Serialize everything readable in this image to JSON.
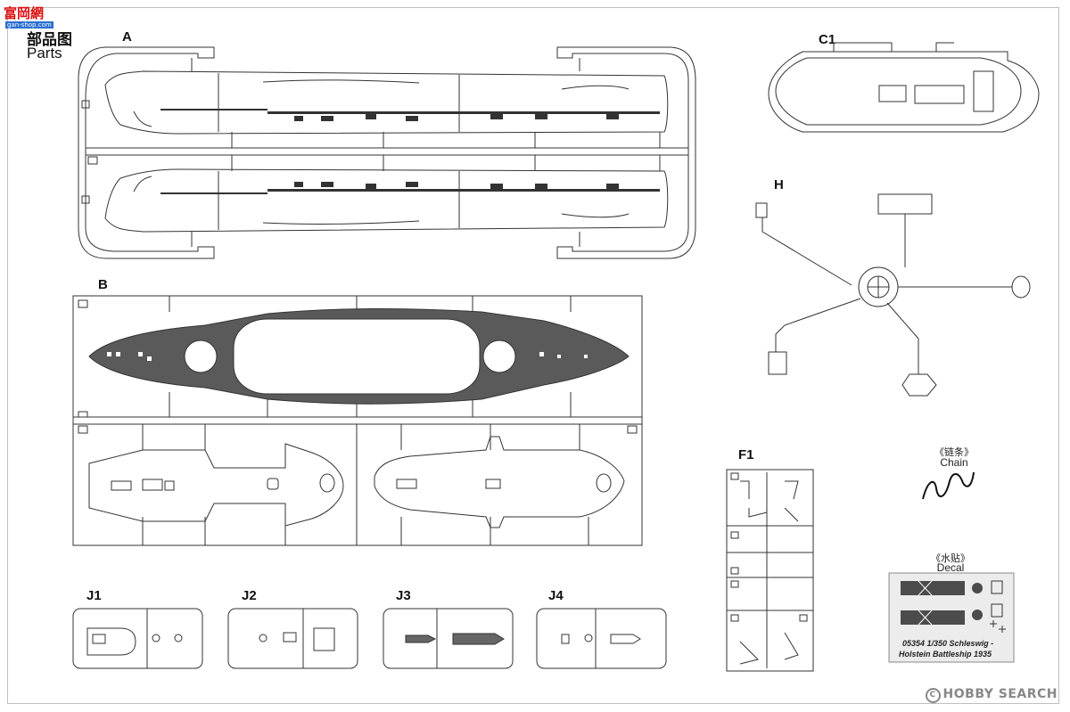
{
  "watermark_logo": {
    "cn": "富岡網",
    "en": "gan-shop.com"
  },
  "title": {
    "cn": "部品图",
    "en": "Parts"
  },
  "sprues": {
    "A": "A",
    "B": "B",
    "C1": "C1",
    "H": "H",
    "F1": "F1",
    "J1": "J1",
    "J2": "J2",
    "J3": "J3",
    "J4": "J4"
  },
  "chain": {
    "cn": "《链条》",
    "en": "Chain"
  },
  "decal": {
    "cn": "《水贴》",
    "en": "Decal",
    "line1": "05354 1/350 Schleswig -",
    "line2": "Holstein Battleship 1935"
  },
  "footer": {
    "brand": "HOBBY SEARCH",
    "symbol": "C"
  },
  "colors": {
    "line": "#333333",
    "deck": "#5a5a5a",
    "frame": "#bfbfbf"
  }
}
